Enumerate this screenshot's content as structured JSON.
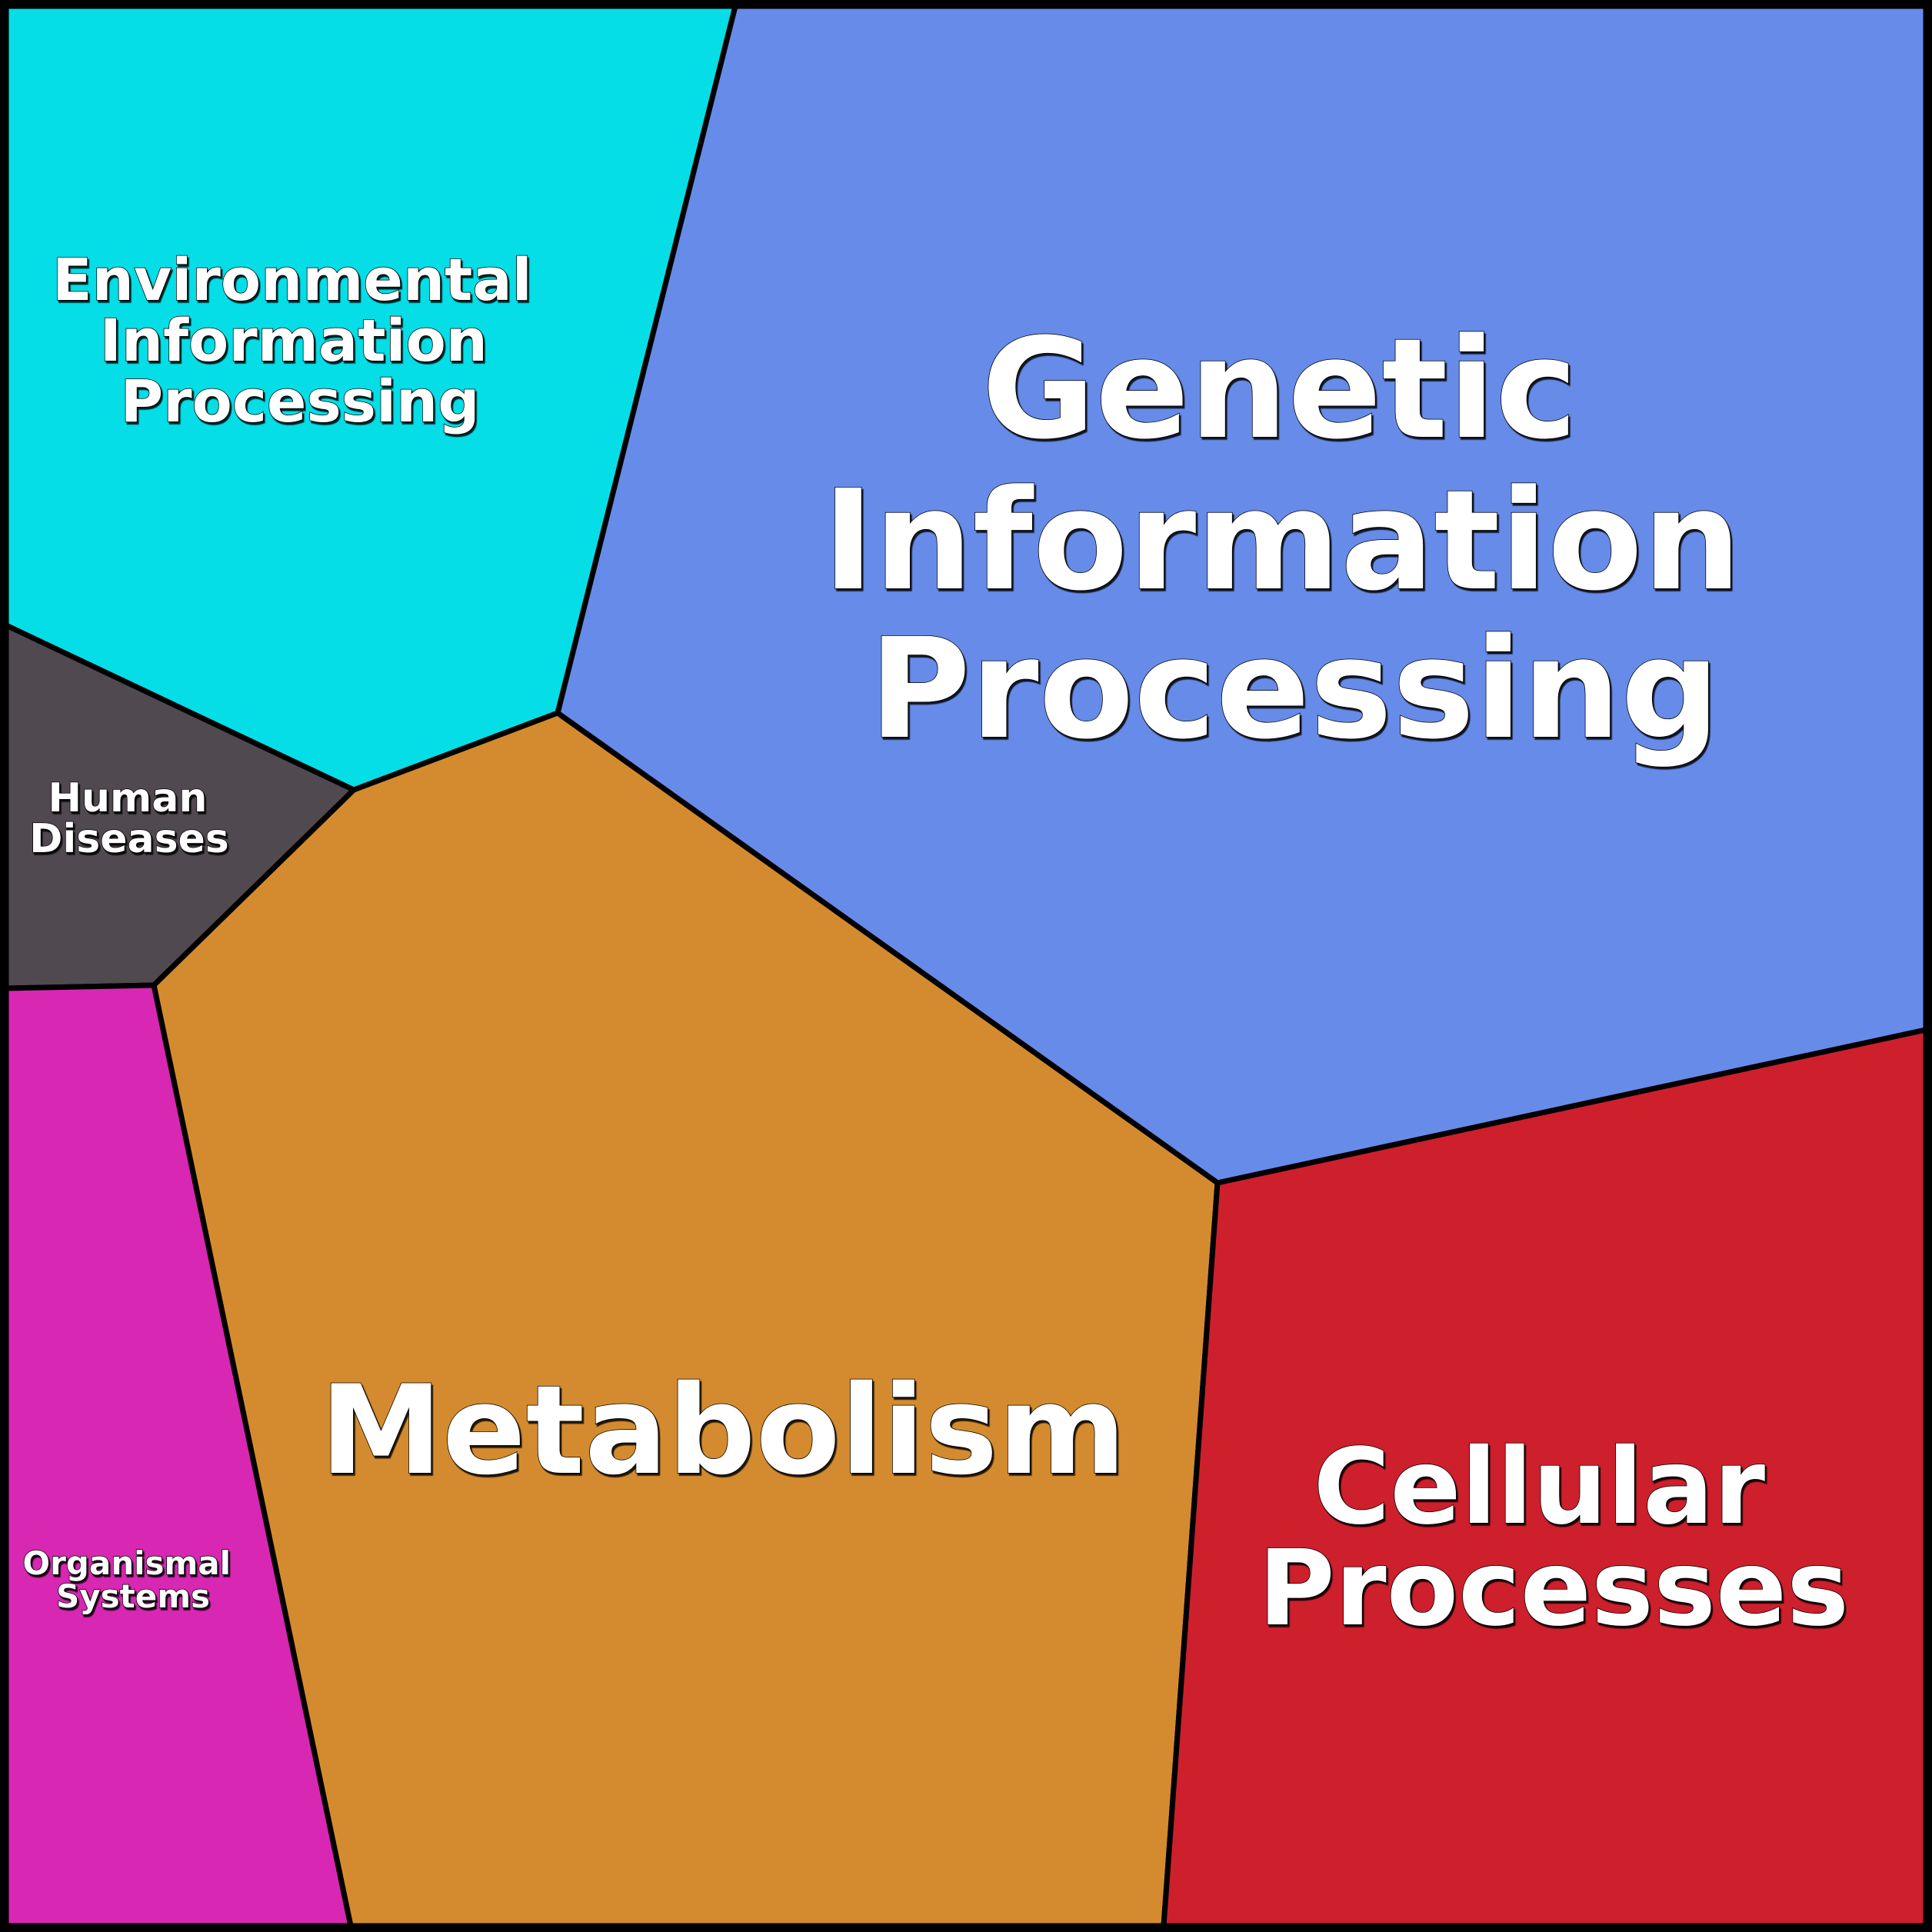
{
  "title": "KEGG pathway category Voronoi treemap",
  "categories": [
    {
      "id": "genetic-information-processing",
      "lines": [
        "Genetic",
        "Information",
        "Processing"
      ],
      "color": "#678BE8"
    },
    {
      "id": "environmental-information-processing",
      "lines": [
        "Environmental",
        "Information",
        "Processing"
      ],
      "color": "#05DEE6"
    },
    {
      "id": "human-diseases",
      "lines": [
        "Human",
        "Diseases"
      ],
      "color": "#514950"
    },
    {
      "id": "metabolism",
      "lines": [
        "Metabolism"
      ],
      "color": "#D48B2F"
    },
    {
      "id": "organismal-systems",
      "lines": [
        "Organismal",
        "Systems"
      ],
      "color": "#D827B2"
    },
    {
      "id": "cellular-processes",
      "lines": [
        "Cellular",
        "Processes"
      ],
      "color": "#CE1F2C"
    }
  ]
}
